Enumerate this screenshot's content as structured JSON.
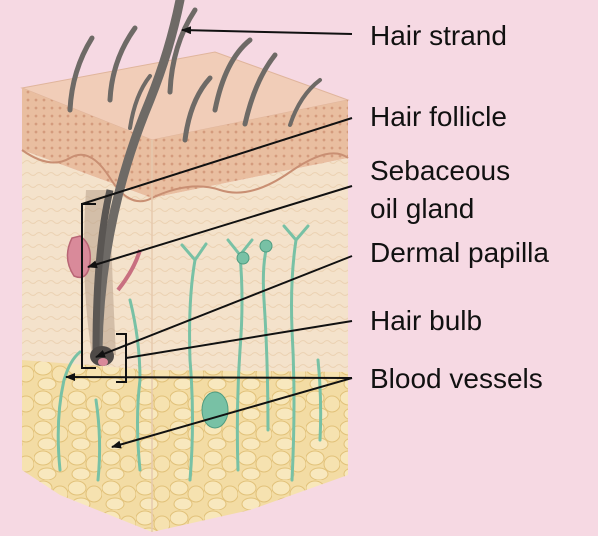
{
  "colors": {
    "background": "#f6d9e3",
    "epidermis": "#f0cdb6",
    "dermis": "#f3dfc6",
    "fat": "#f1d79a",
    "hair": "#6e6a66",
    "vessel": "#78c1a5",
    "gland": "#d98a9a"
  },
  "labels": {
    "hair_strand": "Hair strand",
    "hair_follicle": "Hair follicle",
    "sebaceous_line1": "Sebaceous",
    "sebaceous_line2": "oil gland",
    "dermal_papilla": "Dermal papilla",
    "hair_bulb": "Hair bulb",
    "blood_vessels": "Blood vessels"
  }
}
